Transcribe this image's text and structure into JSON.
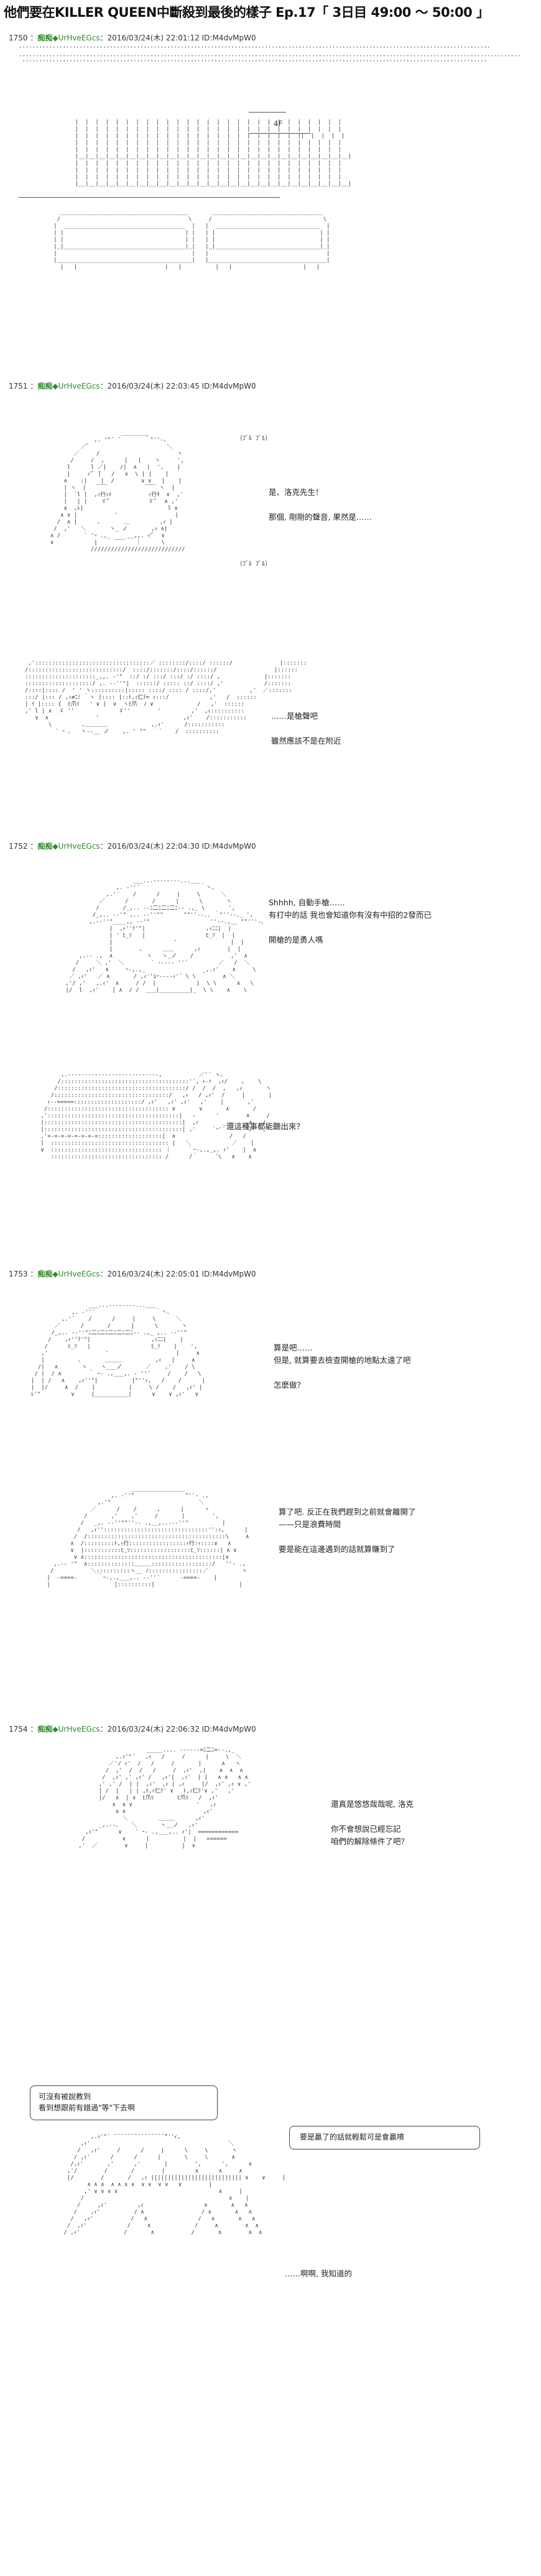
{
  "title": "他們要在KILLER QUEEN中斷殺到最後的樣子  Ep.17「 3日目 49:00 ～ 50:00 」",
  "posts": [
    {
      "num": "1750",
      "name": "痴痴",
      "trip": "◆UrHveEGcs",
      "date": "2016/03/24(木) 22:01:12 ID:M4dvMpW0",
      "floor": "4F"
    },
    {
      "num": "1751",
      "name": "痴痴",
      "trip": "◆UrHveEGcs",
      "date": "2016/03/24(木) 22:03:45 ID:M4dvMpW0",
      "dialogue1": "是、洛克先生！\n\n那個, 剛剛的聲音, 果然是……",
      "dialogue2": "……是槍聲吧\n\n雖然應該不是在附近",
      "sfx1": "（ﾌﾞﾙ ﾌﾞﾙ）",
      "sfx2": "（ﾌﾞﾙ ﾌﾞﾙ）"
    },
    {
      "num": "1752",
      "name": "痴痴",
      "trip": "◆UrHveEGcs",
      "date": "2016/03/24(木) 22:04:30 ID:M4dvMpW0",
      "dialogue1": "Shhhh, 自動手槍……\n有打中的話 我也會知道你有沒有中招的2發而已\n\n開槍的是勇人嗎",
      "dialogue2": "還這種事都能聽出來？"
    },
    {
      "num": "1753",
      "name": "痴痴",
      "trip": "◆UrHveEGcs",
      "date": "2016/03/24(木) 22:05:01 ID:M4dvMpW0",
      "dialogue1": "算是吧……\n但是, 就算要去檢查開槍的地點太遠了吧\n\n怎麼做？",
      "dialogue2": "算了吧. 反正在我們趕到之前就會離開了\n——只是浪費時間\n\n要是能在這邊遇到的話就算賺到了"
    },
    {
      "num": "1754",
      "name": "痴痴",
      "trip": "◆UrHveEGcs",
      "date": "2016/03/24(木) 22:06:32 ID:M4dvMpW0",
      "dialogue1": "還真是悠悠哉哉呢, 洛克\n\n你不會想說已經忘記\n咱們的解除條件了吧？",
      "bubble_left": "可沒有被說教到\n看到想跟前有錯過\"等\"下去啊",
      "bubble_right": "要是贏了的話就輕鬆可是會贏唷",
      "dialogue2": "……啊啊, 我知道的"
    }
  ]
}
